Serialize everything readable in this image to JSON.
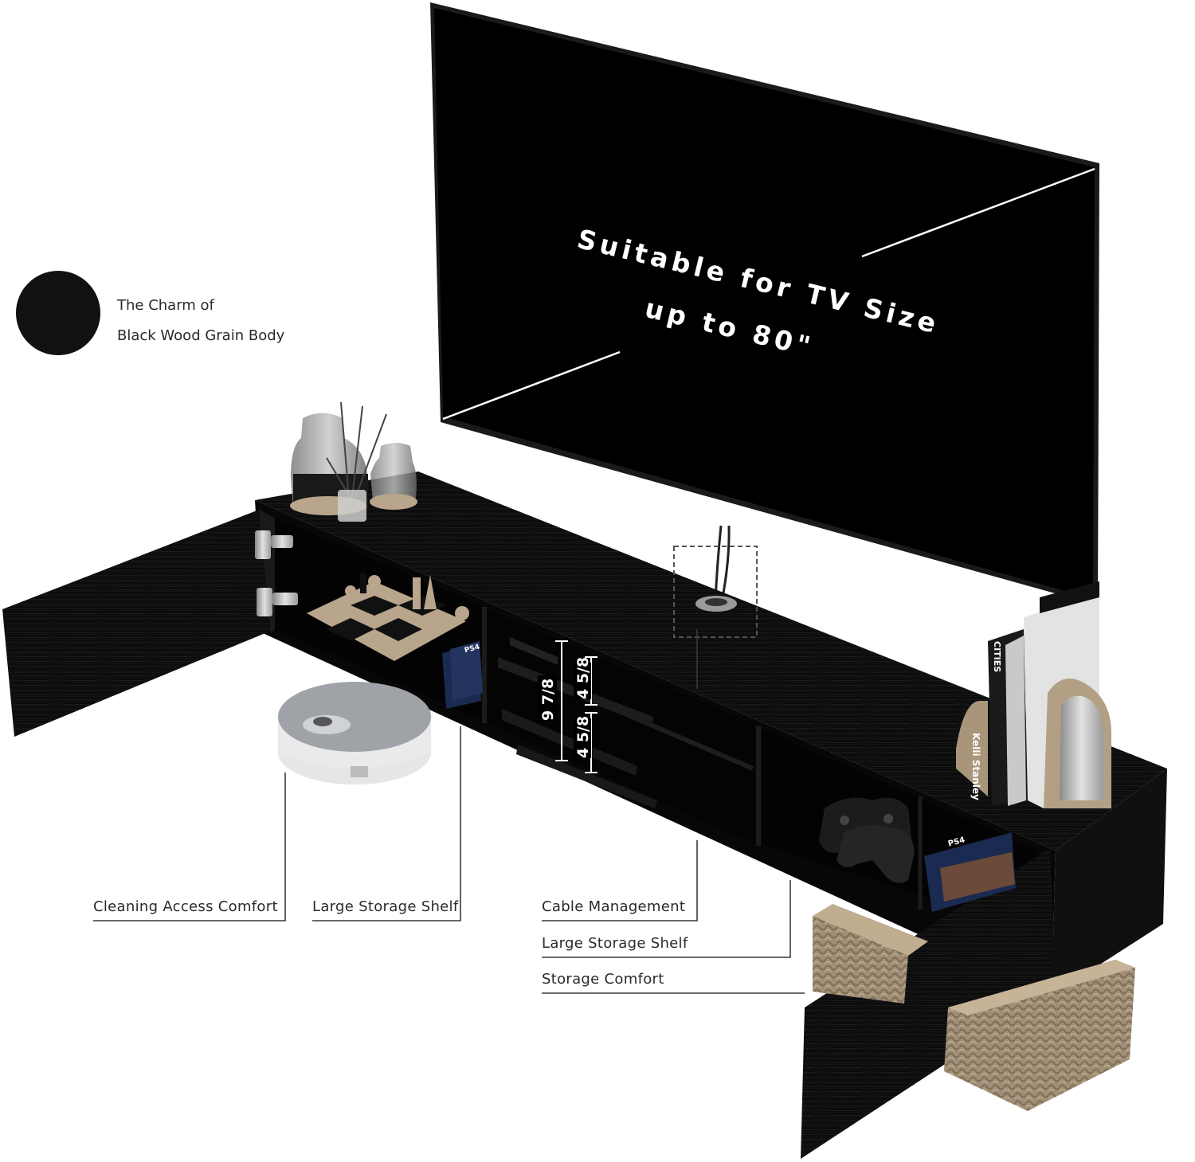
{
  "swatch": {
    "line1": "The Charm of",
    "line2": "Black Wood Grain Body",
    "color": "#111111"
  },
  "tv": {
    "caption_line1": "Suitable for TV Size",
    "caption_line2": "up to 80\""
  },
  "dimensions": {
    "total_height": "9 7/8",
    "upper_shelf": "4 5/8",
    "lower_shelf": "4 5/8"
  },
  "callouts": {
    "cleaning_access": "Cleaning Access Comfort",
    "large_storage_left": "Large Storage Shelf",
    "cable_management": "Cable Management",
    "large_storage_right": "Large Storage Shelf",
    "storage_comfort": "Storage Comfort"
  },
  "props": {
    "book_author": "Kelli Stanley",
    "book_spine_short": "CITIES",
    "game_box_label": "PS4"
  },
  "colors": {
    "cabinet": "#0c0c0c",
    "tv_screen": "#000000",
    "leader_line": "#3a3a3a",
    "wood": "#b8a58c",
    "basket": "#9c8b73"
  }
}
